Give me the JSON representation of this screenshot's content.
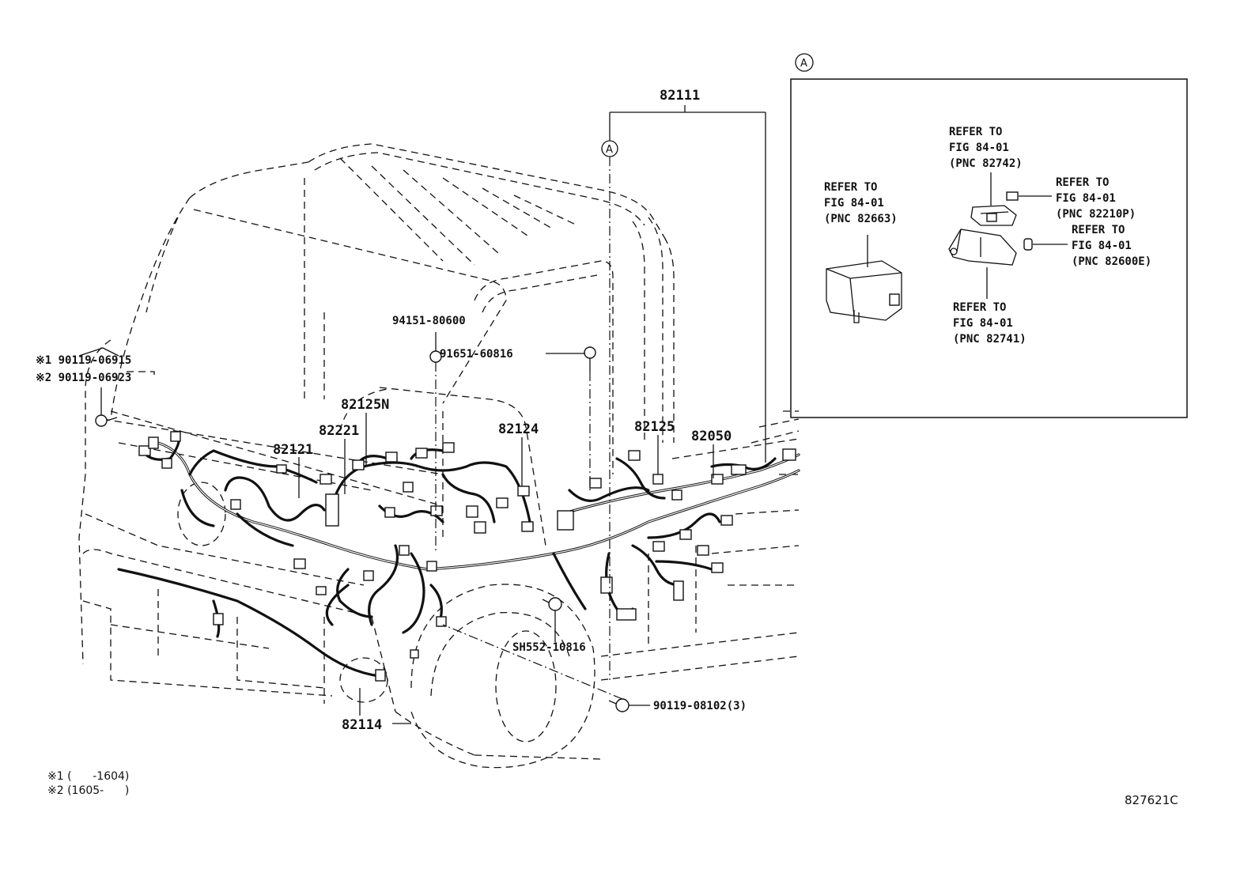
{
  "callouts": {
    "p82111": "82111",
    "p82125n": "82125N",
    "p82221": "82221",
    "p82124": "82124",
    "p82121": "82121",
    "p82125": "82125",
    "p82050": "82050",
    "p82114": "82114",
    "p94151": "94151-80600",
    "p91651": "91651-60816",
    "pSH552": "SH552-10816",
    "p90119_08102": "90119-08102(3)",
    "p90119_06915": "※1 90119-06915",
    "p90119_06923": "※2 90119-06923"
  },
  "markers": {
    "inset": "A",
    "harness": "A"
  },
  "inset_refs": {
    "r82663": [
      "REFER TO",
      "FIG 84-01",
      "(PNC 82663)"
    ],
    "r82742": [
      "REFER TO",
      "FIG 84-01",
      "(PNC 82742)"
    ],
    "r82210p": [
      "REFER TO",
      "FIG 84-01",
      "(PNC 82210P)"
    ],
    "r82600e": [
      "REFER TO",
      "FIG 84-01",
      "(PNC 82600E)"
    ],
    "r82741": [
      "REFER TO",
      "FIG 84-01",
      "(PNC 82741)"
    ]
  },
  "footnotes": {
    "note1": "※1 (      -1604)",
    "note2": "※2 (1605-      )"
  },
  "figure_code": "827621C"
}
